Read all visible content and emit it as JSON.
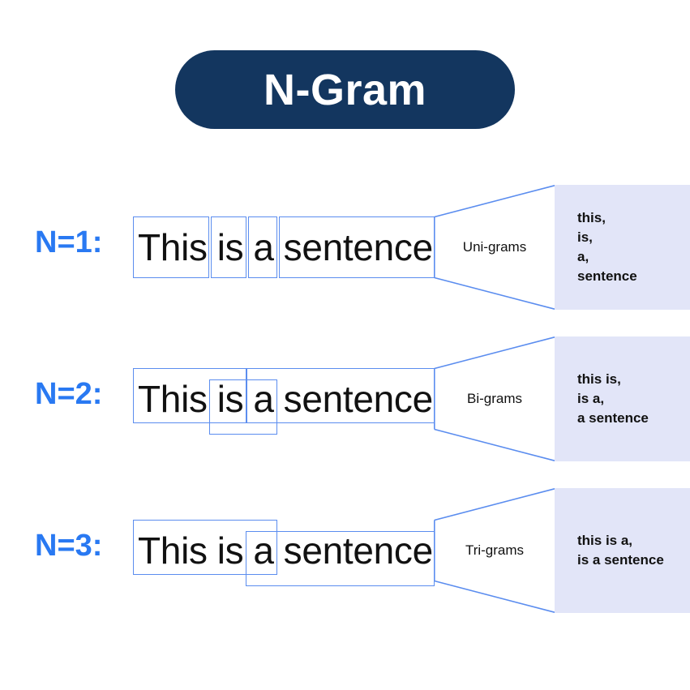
{
  "title": {
    "text": "N-Gram"
  },
  "colors": {
    "title_pill_bg": "#13365F",
    "title_text": "#FFFFFF",
    "accent_blue": "#2979F2",
    "box_stroke": "#5B8DEF",
    "panel_bg": "#E2E5F8",
    "body_text": "#111111",
    "page_bg": "#FFFFFF"
  },
  "rows": [
    {
      "n_label": "N=1:",
      "sentence": "This is a sentence",
      "words": [
        "This",
        "is",
        "a",
        "sentence"
      ],
      "gram_label": "Uni-grams",
      "outputs": [
        "this,",
        "is,",
        "a,",
        "sentence"
      ]
    },
    {
      "n_label": "N=2:",
      "sentence": "This is a sentence",
      "words": [
        "This",
        "is",
        "a",
        "sentence"
      ],
      "gram_label": "Bi-grams",
      "outputs": [
        "this is,",
        "is a,",
        "a sentence"
      ]
    },
    {
      "n_label": "N=3:",
      "sentence": "This is a sentence",
      "words": [
        "This",
        "is",
        "a",
        "sentence"
      ],
      "gram_label": "Tri-grams",
      "outputs": [
        "this is a,",
        "is a sentence"
      ]
    }
  ]
}
